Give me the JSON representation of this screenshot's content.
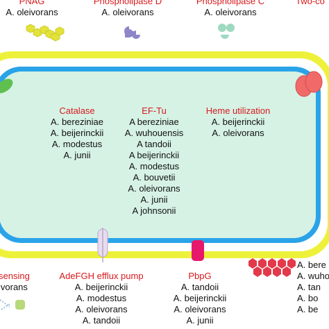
{
  "colors": {
    "outer_membrane": "#eef13a",
    "inner_membrane": "#2aa3e8",
    "cytoplasm": "#d6f2e5",
    "periplasm": "#ffffff",
    "heading": "#d7191c",
    "pnag_beads": "#e2e23a",
    "phospholipase_d": "#8d86c9",
    "phospholipase_c": "#9fd9c1",
    "two_component": "#f06a6a",
    "left_protein": "#5fbf4f",
    "adefgh_pump": "#e8dcef",
    "pbpg": "#e6196b",
    "red_cluster": "#e23a4a",
    "sensing_icon": "#b7d97a"
  },
  "top_labels": [
    {
      "heading": "PNAG",
      "species": [
        "A. oleivorans"
      ]
    },
    {
      "heading": "Phospholipase D",
      "species": [
        "A. oleivorans"
      ]
    },
    {
      "heading": "Phospholipase C",
      "species": [
        "A. oleivorans"
      ]
    },
    {
      "heading": "Two-co",
      "species": []
    }
  ],
  "inner_groups": [
    {
      "heading": "Catalase",
      "species": [
        "A. bereziniae",
        "A. beijerinckii",
        "A. modestus",
        "A. junii"
      ]
    },
    {
      "heading": "EF-Tu",
      "species": [
        "A bereziniae",
        "A. wuhouensis",
        "A tandoii",
        "A beijerinckii",
        "A. modestus",
        "A. bouvetii",
        "A. oleivorans",
        "A. junii",
        "A johnsonii"
      ]
    },
    {
      "heading": "Heme utilization",
      "species": [
        "A. beijerinckii",
        "A. oleivorans"
      ]
    }
  ],
  "bottom_labels": [
    {
      "heading": "sensing",
      "species": [
        "ivorans"
      ]
    },
    {
      "heading": "AdeFGH efflux pump",
      "species": [
        "A. beijerinckii",
        "A. modestus",
        "A. oleivorans",
        "A. tandoii"
      ]
    },
    {
      "heading": "PbpG",
      "species": [
        "A. tandoii",
        "A. beijerinckii",
        "A. oleivorans",
        "A. junii"
      ]
    },
    {
      "heading": "",
      "species": [
        "A. bere",
        "A. wuho",
        "A. tan",
        "A. bo",
        "A. be"
      ]
    }
  ]
}
